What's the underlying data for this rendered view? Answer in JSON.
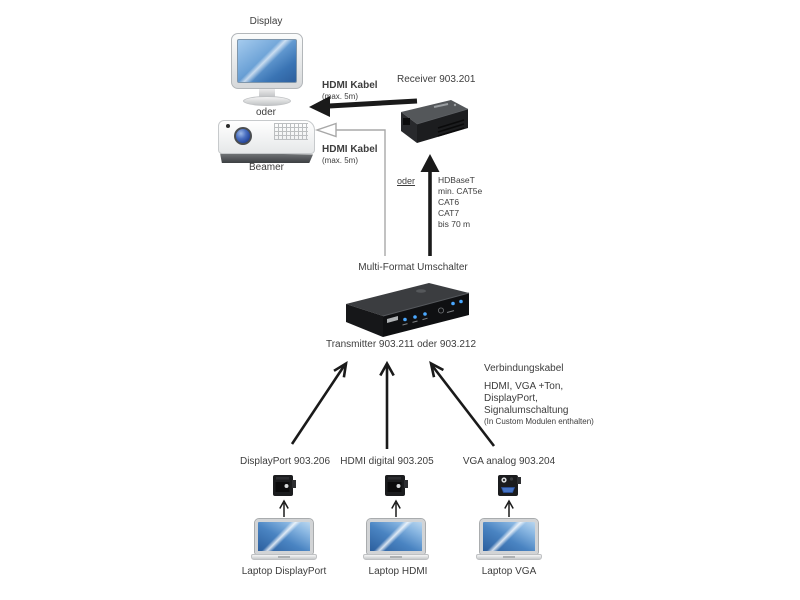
{
  "diagram": {
    "display_label": "Display",
    "oder_top": "oder",
    "beamer_label": "Beamer",
    "receiver_label": "Receiver 903.201",
    "hdmi_cable_1": {
      "name": "HDMI Kabel",
      "note": "(max. 5m)"
    },
    "hdmi_cable_2": {
      "name": "HDMI Kabel",
      "note": "(max. 5m)"
    },
    "oder_mid": "oder",
    "hdbaset": {
      "lines": [
        "HDBaseT",
        "min. CAT5e",
        "CAT6",
        "CAT7",
        "bis 70 m"
      ]
    },
    "switcher_title": "Multi-Format Umschalter",
    "transmitter_label": "Transmitter 903.211 oder 903.212",
    "verbindungskabel": {
      "title": "Verbindungskabel",
      "lines": [
        "HDMI, VGA +Ton,",
        "DisplayPort,",
        "Signalumschaltung"
      ],
      "note": "(In Custom Modulen enthalten)"
    },
    "sources": [
      {
        "module_label": "DisplayPort 903.206",
        "laptop_label": "Laptop DisplayPort"
      },
      {
        "module_label": "HDMI digital 903.205",
        "laptop_label": "Laptop HDMI"
      },
      {
        "module_label": "VGA analog 903.204",
        "laptop_label": "Laptop VGA"
      }
    ]
  },
  "colors": {
    "background": "#ffffff",
    "text": "#3d3d3d",
    "arrow_black": "#1a1a1a",
    "arrow_gray": "#a8a8a8",
    "screen_blue": "#3f7ec0",
    "device_black": "#141517",
    "led_blue": "#4aa8ff"
  }
}
